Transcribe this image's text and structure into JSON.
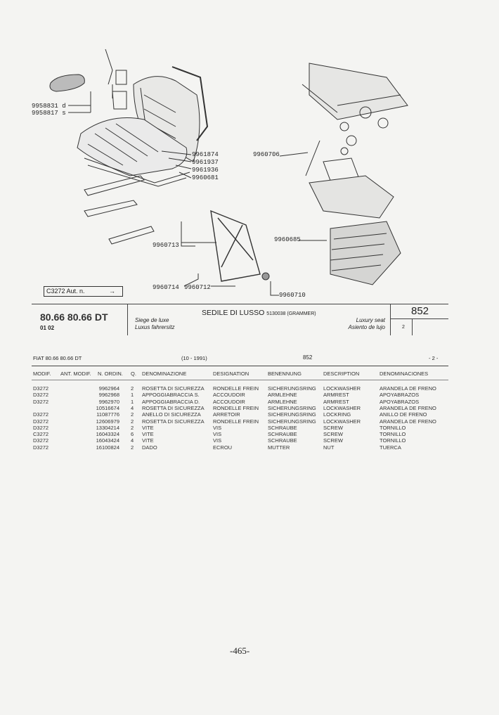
{
  "diagram": {
    "callouts": [
      "9958831 d",
      "9958817 s",
      "9961874",
      "9961937",
      "9961936",
      "9960681",
      "9960706",
      "9960713",
      "9960685",
      "9960714",
      "9960712",
      "9960710"
    ],
    "reference_box": "C3272 Aut. n.",
    "reference_arrow": "→"
  },
  "header": {
    "model": "80.66 80.66 DT",
    "model_sub": "01 02",
    "title": "SEDILE DI LUSSO",
    "title_code": "5130038 (GRAMMER)",
    "de_1": "Siege de luxe",
    "de_2": "Luxus fahrersitz",
    "en": "Luxury seat",
    "es": "Asiento de lujo",
    "group": "852",
    "sheet": "2"
  },
  "subheader": {
    "left": "FIAT 80.66 80.66 DT",
    "date": "(10 - 1991)",
    "group": "852",
    "page": "- 2 -"
  },
  "table": {
    "columns": [
      "MODIF.",
      "ANT. MODIF.",
      "N. ORDIN.",
      "Q.",
      "DENOMINAZIONE",
      "DESIGNATION",
      "BENENNUNG",
      "DESCRIPTION",
      "DENOMINACIONES"
    ],
    "rows": [
      [
        "D3272",
        "",
        "9962964",
        "2",
        "ROSETTA DI SICUREZZA",
        "RONDELLE FREIN",
        "SICHERUNGSRING",
        "LOCKWASHER",
        "ARANDELA DE FRENO"
      ],
      [
        "D3272",
        "",
        "9962968",
        "1",
        "APPOGGIABRACCIA S.",
        "ACCOUDOIR",
        "ARMLEHNE",
        "ARMREST",
        "APOYABRAZOS"
      ],
      [
        "D3272",
        "",
        "9962970",
        "1",
        "APPOGGIABRACCIA D.",
        "ACCOUDOIR",
        "ARMLEHNE",
        "ARMREST",
        "APOYABRAZOS"
      ],
      [
        "",
        "",
        "10516674",
        "4",
        "ROSETTA DI SICUREZZA",
        "RONDELLE FREIN",
        "SICHERUNGSRING",
        "LOCKWASHER",
        "ARANDELA DE FRENO"
      ],
      [
        "D3272",
        "",
        "11087776",
        "2",
        "ANELLO DI SICUREZZA",
        "ARRETOIR",
        "SICHERUNGSRING",
        "LOCKRING",
        "ANILLO DE FRENO"
      ],
      [
        "D3272",
        "",
        "12606979",
        "2",
        "ROSETTA DI SICUREZZA",
        "RONDELLE FREIN",
        "SICHERUNGSRING",
        "LOCKWASHER",
        "ARANDELA DE FRENO"
      ],
      [
        "D3272",
        "",
        "13304214",
        "2",
        "VITE",
        "VIS",
        "SCHRAUBE",
        "SCREW",
        "TORNILLO"
      ],
      [
        "C3272",
        "",
        "16043324",
        "6",
        "VITE",
        "VIS",
        "SCHRAUBE",
        "SCREW",
        "TORNILLO"
      ],
      [
        "D3272",
        "",
        "16043424",
        "4",
        "VITE",
        "VIS",
        "SCHRAUBE",
        "SCREW",
        "TORNILLO"
      ],
      [
        "D3272",
        "",
        "16100824",
        "2",
        "DADO",
        "ECROU",
        "MUTTER",
        "NUT",
        "TUERCA"
      ]
    ]
  },
  "footer": {
    "page_number": "-465-"
  }
}
